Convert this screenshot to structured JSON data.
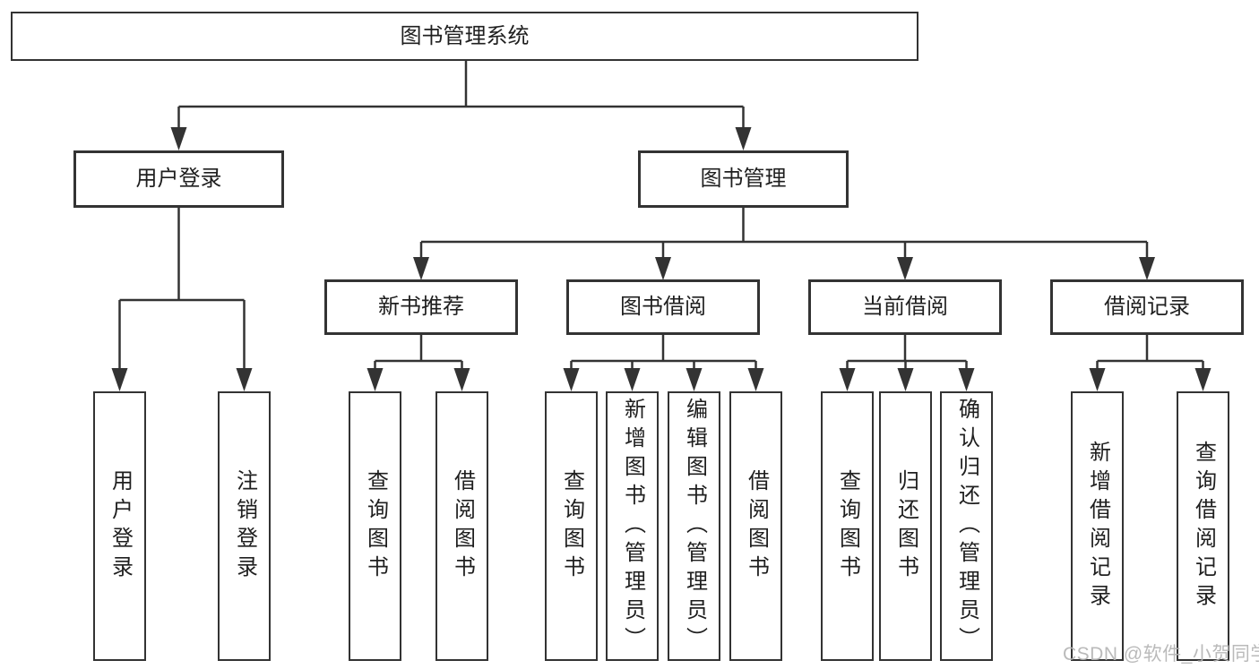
{
  "tree": {
    "root": {
      "label": "图书管理系统"
    },
    "branches": [
      {
        "label": "用户登录",
        "children": [
          {
            "label": "用户登录"
          },
          {
            "label": "注销登录"
          }
        ]
      },
      {
        "label": "图书管理",
        "children": [
          {
            "label": "新书推荐",
            "children": [
              {
                "label": "查询图书"
              },
              {
                "label": "借阅图书"
              }
            ]
          },
          {
            "label": "图书借阅",
            "children": [
              {
                "label": "查询图书"
              },
              {
                "label": "新增图书（管理员）"
              },
              {
                "label": "编辑图书（管理员）"
              },
              {
                "label": "借阅图书"
              }
            ]
          },
          {
            "label": "当前借阅",
            "children": [
              {
                "label": "查询图书"
              },
              {
                "label": "归还图书"
              },
              {
                "label": "确认归还（管理员）"
              }
            ]
          },
          {
            "label": "借阅记录",
            "children": [
              {
                "label": "新增借阅记录"
              },
              {
                "label": "查询借阅记录"
              }
            ]
          }
        ]
      }
    ]
  },
  "watermark": {
    "text": "CSDN @软件_小贺同学"
  },
  "colors": {
    "line": "#333333",
    "box_border": "#333333",
    "box_fill": "#ffffff",
    "text": "#1f1f1f",
    "background": "#ffffff",
    "watermark": "#b4b4b4"
  }
}
